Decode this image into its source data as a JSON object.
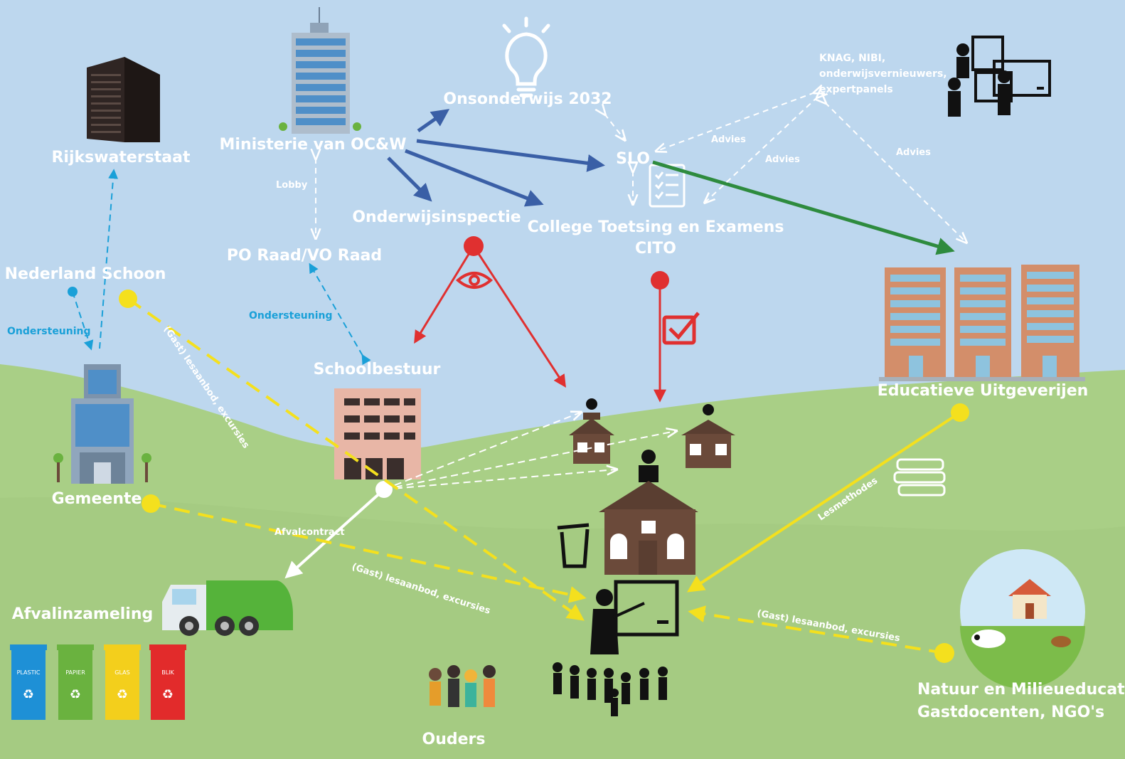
{
  "nodes": {
    "rijkswaterstaat": "Rijkswaterstaat",
    "ministerie": "Ministerie van OC&W",
    "onsonderwijs": "Onsonderwijs 2032",
    "slo": "SLO",
    "knag_line1": "KNAG, NIBI,",
    "knag_line2": "onderwijsvernieuwers,",
    "knag_line3": "expertpanels",
    "onderwijsinspectie": "Onderwijsinspectie",
    "ctoe_line1": "College Toetsing en Examens",
    "ctoe_line2": "CITO",
    "po_raad": "PO Raad/VO Raad",
    "nederland_schoon": "Nederland Schoon",
    "schoolbestuur": "Schoolbestuur",
    "educatieve_uitgeverijen": "Educatieve Uitgeverijen",
    "gemeente": "Gemeente",
    "afvalinzameling": "Afvalinzameling",
    "ouders": "Ouders",
    "natuur_line1": "Natuur en Milieueducatie,",
    "natuur_line2": "Gastdocenten, NGO's"
  },
  "edge_labels": {
    "lobby": "Lobby",
    "advies_1": "Advies",
    "advies_2": "Advies",
    "advies_3": "Advies",
    "ondersteuning_1": "Ondersteuning",
    "ondersteuning_2": "Ondersteuning",
    "gastlesaanbod_1": "(Gast) lesaanbod, excursies",
    "gastlesaanbod_2": "(Gast) lesaanbod, excursies",
    "gastlesaanbod_3": "(Gast) lesaanbod, excursies",
    "afvalcontract": "Afvalcontract",
    "lesmethodes": "Lesmethodes"
  },
  "bins": [
    "PLASTIC",
    "PAPIER",
    "GLAS",
    "BLIK"
  ],
  "colors": {
    "sky": "#bdd7ee",
    "hills": "#a9cf86",
    "hills_dark": "#9ec47a",
    "gov_arrow": "#3a5fa6",
    "inspect_arrow": "#e03030",
    "publisher_arrow": "#2e8b3e",
    "yellow_link": "#f4e01e",
    "blue_link": "#1aa0d8",
    "school_brown": "#6b4a3a",
    "bin_plastic": "#1e90d6",
    "bin_papier": "#6ab23f",
    "bin_glas": "#f3cf1c",
    "bin_blik": "#e22b2b"
  }
}
